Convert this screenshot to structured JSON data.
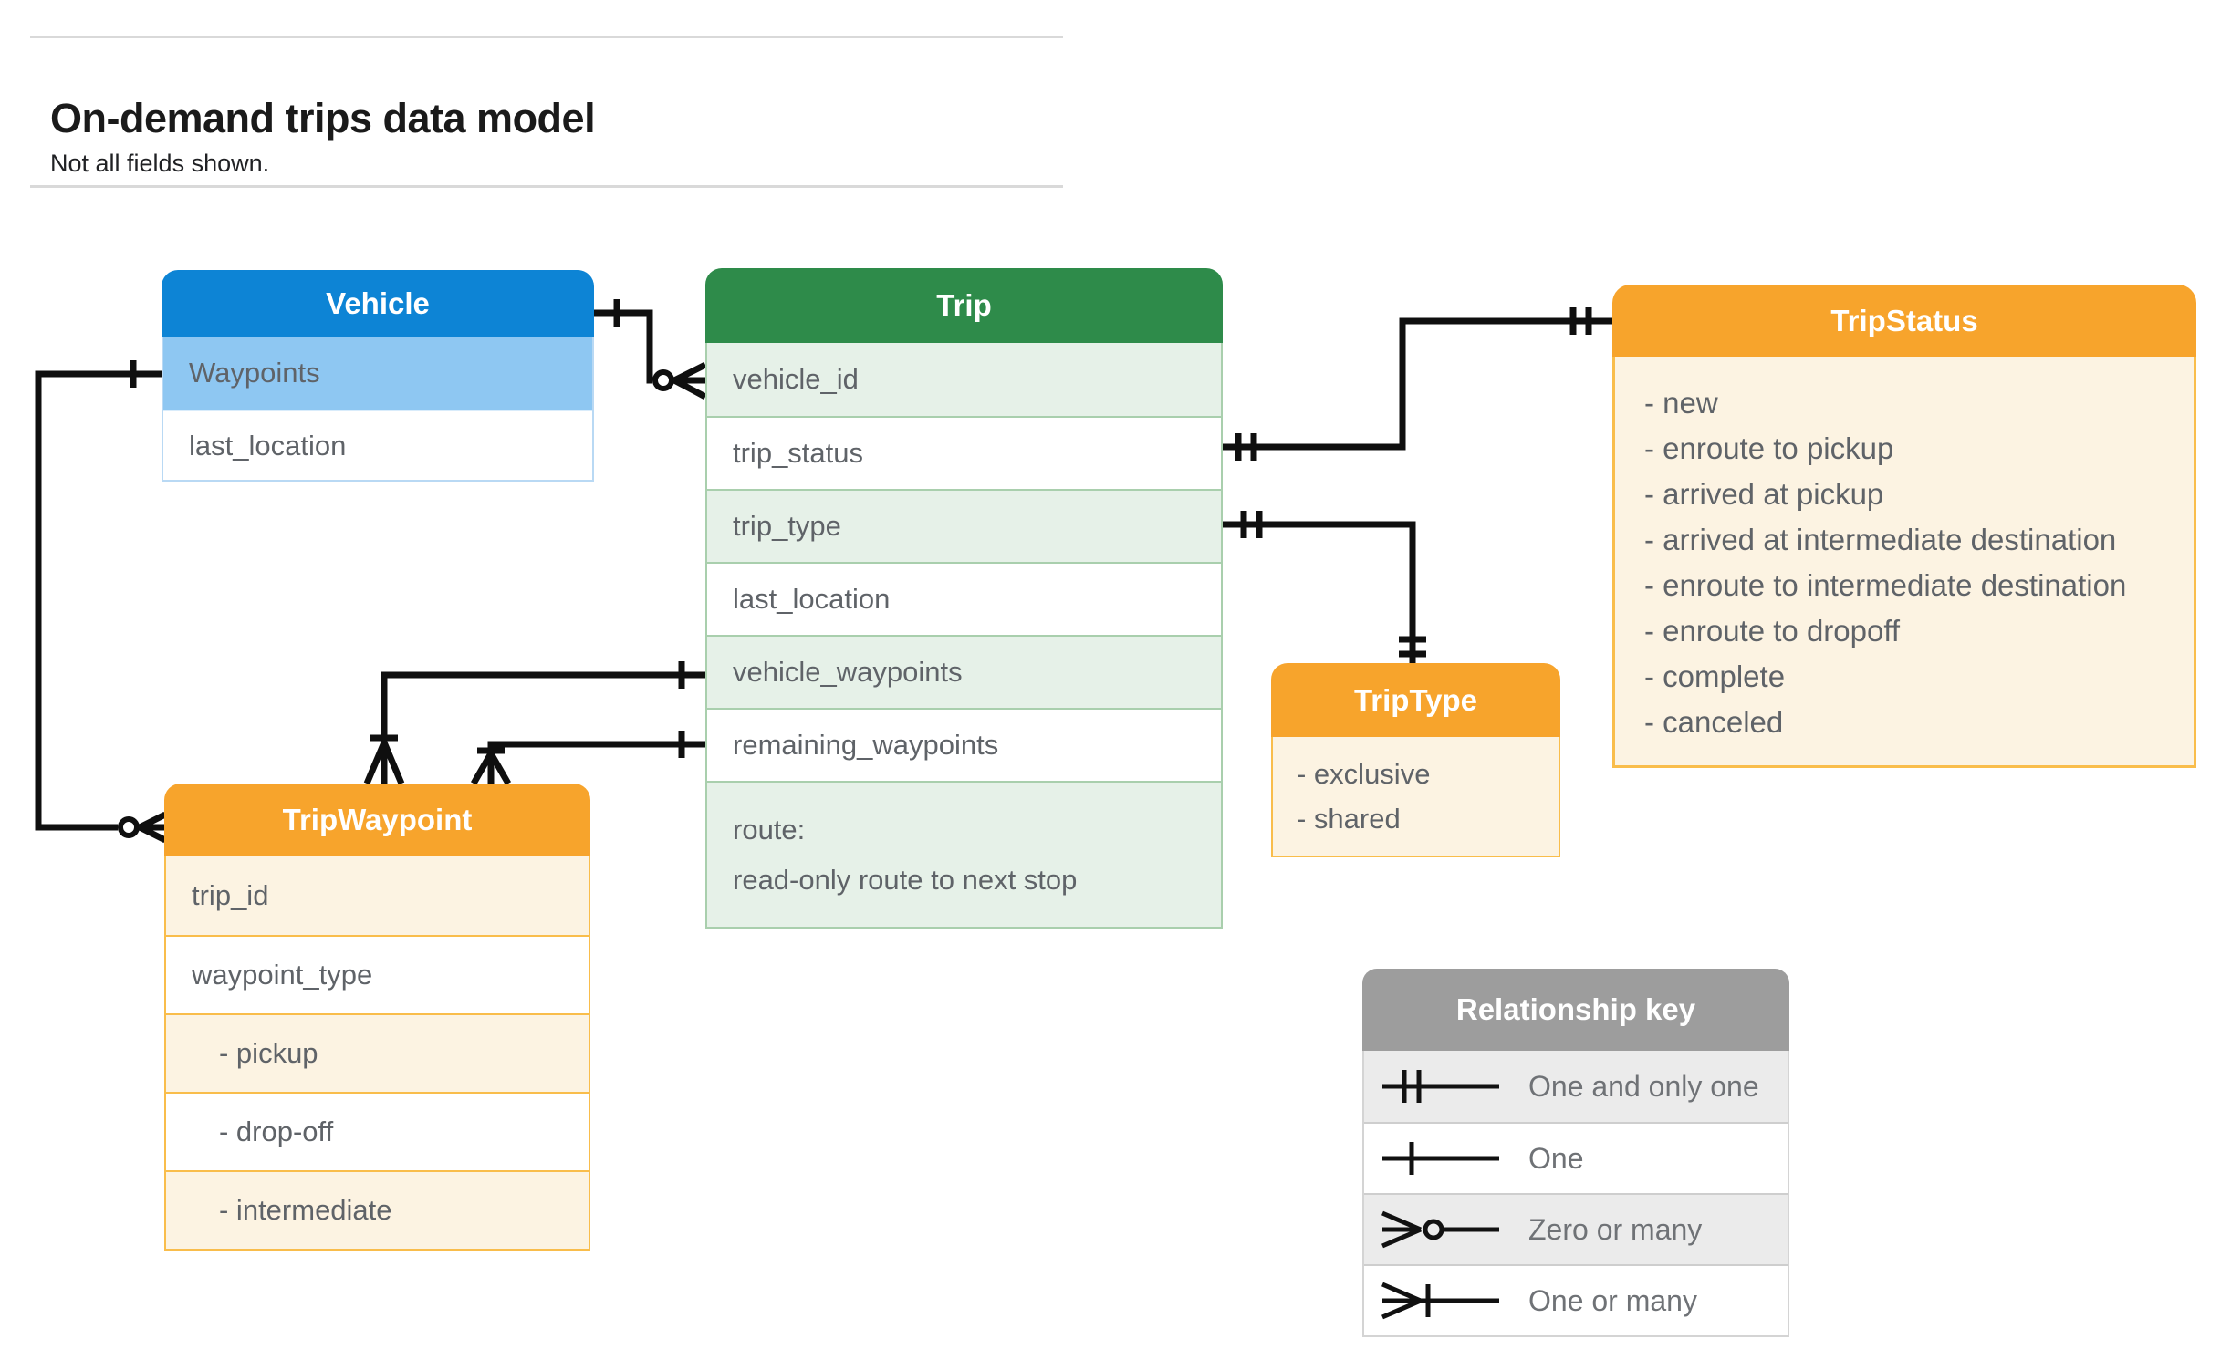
{
  "page": {
    "title": "On-demand trips data model",
    "subtitle": "Not all fields shown."
  },
  "entities": {
    "vehicle": {
      "title": "Vehicle",
      "fields": [
        "Waypoints",
        "last_location"
      ]
    },
    "trip": {
      "title": "Trip",
      "fields": [
        "vehicle_id",
        "trip_status",
        "trip_type",
        "last_location",
        "vehicle_waypoints",
        "remaining_waypoints"
      ],
      "route_name": "route:",
      "route_desc": "read-only route to next stop"
    },
    "trip_status": {
      "title": "TripStatus",
      "values": [
        "- new",
        "- enroute to pickup",
        "- arrived at pickup",
        "- arrived at intermediate destination",
        "- enroute to intermediate destination",
        "- enroute to dropoff",
        "- complete",
        "- canceled"
      ]
    },
    "trip_type": {
      "title": "TripType",
      "values": [
        "- exclusive",
        "- shared"
      ]
    },
    "trip_waypoint": {
      "title": "TripWaypoint",
      "rows": [
        "trip_id",
        "waypoint_type",
        "- pickup",
        "- drop-off",
        "- intermediate"
      ]
    }
  },
  "legend": {
    "title": "Relationship key",
    "items": [
      {
        "symbol": "one-and-only-one",
        "label": "One and only one"
      },
      {
        "symbol": "one",
        "label": "One"
      },
      {
        "symbol": "zero-or-many",
        "label": "Zero or many"
      },
      {
        "symbol": "one-or-many",
        "label": "One or many"
      }
    ]
  },
  "relationships": [
    {
      "from": "Vehicle",
      "to": "Trip.vehicle_id",
      "from_cardinality": "one",
      "to_cardinality": "zero or many"
    },
    {
      "from": "Vehicle.Waypoints",
      "to": "TripWaypoint",
      "from_cardinality": "one",
      "to_cardinality": "zero or many"
    },
    {
      "from": "Trip.trip_status",
      "to": "TripStatus",
      "from_cardinality": "one and only one",
      "to_cardinality": "one and only one"
    },
    {
      "from": "Trip.trip_type",
      "to": "TripType",
      "from_cardinality": "one and only one",
      "to_cardinality": "one and only one"
    },
    {
      "from": "Trip.vehicle_waypoints",
      "to": "TripWaypoint",
      "from_cardinality": "one",
      "to_cardinality": "one or many"
    },
    {
      "from": "Trip.remaining_waypoints",
      "to": "TripWaypoint",
      "from_cardinality": "one",
      "to_cardinality": "one or many"
    }
  ],
  "colors": {
    "blue_header": "#0d84d5",
    "blue_row": "#8ec7f2",
    "green_header": "#2e8b4a",
    "green_row": "#e6f1e8",
    "orange_header": "#f7a42c",
    "cream_row": "#fcf3e2",
    "gray_header": "#9d9d9d",
    "gray_row": "#ebebeb",
    "body_text": "#5f6368",
    "line": "#0f0f0f"
  }
}
